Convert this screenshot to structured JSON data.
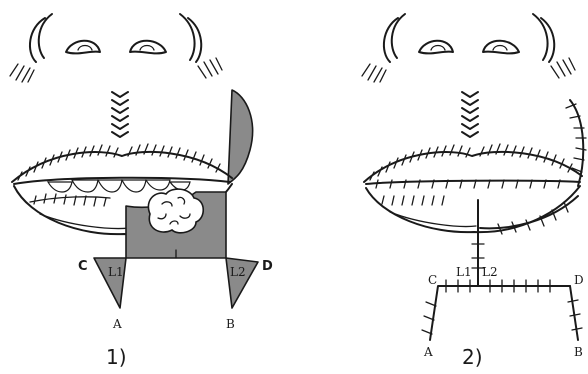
{
  "panels": [
    {
      "number": "1)",
      "points": {
        "a": "A",
        "b": "B",
        "c": "C",
        "d": "D",
        "l1": "L1",
        "l2": "L2"
      }
    },
    {
      "number": "2)",
      "points": {
        "a": "A",
        "b": "B",
        "c": "C",
        "d": "D",
        "l1": "L1",
        "l2": "L2"
      }
    }
  ],
  "colors": {
    "ink": "#1a1a1a",
    "shade": "#8a8a8a",
    "background": "#ffffff"
  }
}
